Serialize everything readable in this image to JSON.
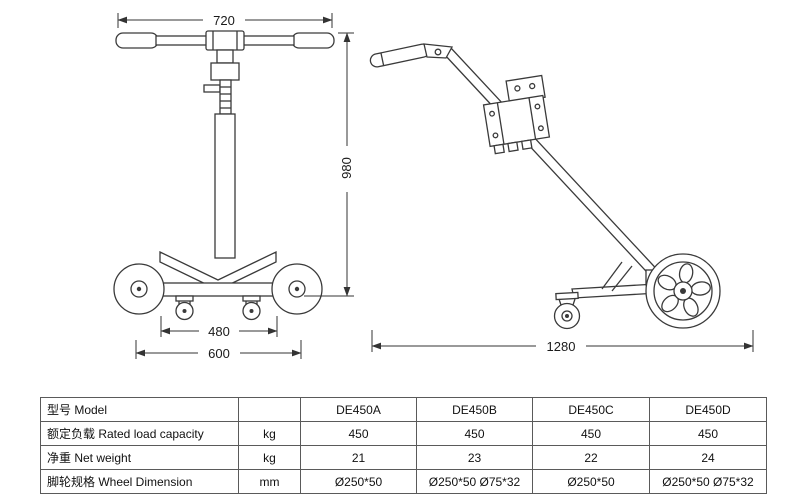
{
  "drawing": {
    "dims": {
      "front_top_width": "720",
      "front_height": "980",
      "front_inner_width": "480",
      "front_outer_width": "600",
      "side_overall_length": "1280"
    }
  },
  "table": {
    "rows": [
      {
        "label": "型号 Model",
        "unit": "",
        "values": [
          "DE450A",
          "DE450B",
          "DE450C",
          "DE450D"
        ]
      },
      {
        "label": "额定负载 Rated load capacity",
        "unit": "kg",
        "values": [
          "450",
          "450",
          "450",
          "450"
        ]
      },
      {
        "label": "净重 Net weight",
        "unit": "kg",
        "values": [
          "21",
          "23",
          "22",
          "24"
        ]
      },
      {
        "label": "脚轮规格 Wheel Dimension",
        "unit": "mm",
        "values": [
          "Ø250*50",
          "Ø250*50 Ø75*32",
          "Ø250*50",
          "Ø250*50 Ø75*32"
        ]
      }
    ]
  }
}
